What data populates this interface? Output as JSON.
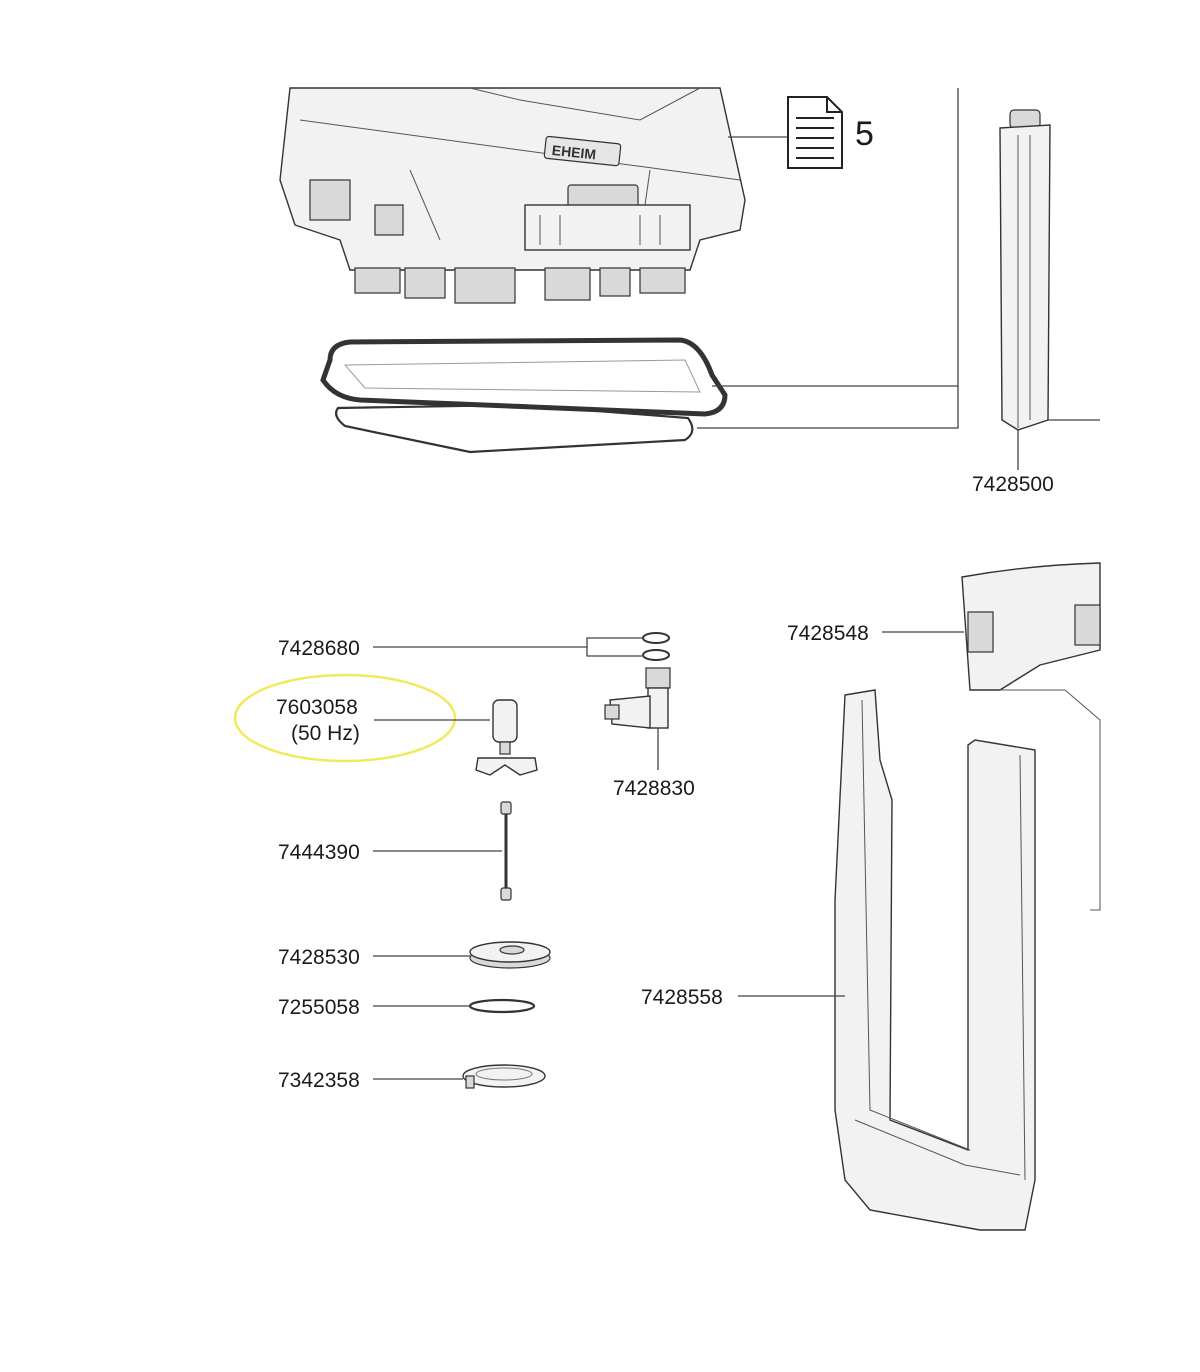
{
  "diagram": {
    "doc_reference": "5",
    "brand_mark": "EHEIM",
    "highlight_color": "#f2ea5c",
    "parts": [
      {
        "id": "p1",
        "number": "7428500"
      },
      {
        "id": "p2",
        "number": "7428548"
      },
      {
        "id": "p3",
        "number": "7428680"
      },
      {
        "id": "p4",
        "number": "7603058",
        "note": "(50 Hz)"
      },
      {
        "id": "p5",
        "number": "7428830"
      },
      {
        "id": "p6",
        "number": "7444390"
      },
      {
        "id": "p7",
        "number": "7428530"
      },
      {
        "id": "p8",
        "number": "7255058"
      },
      {
        "id": "p9",
        "number": "7342358"
      },
      {
        "id": "p10",
        "number": "7428558"
      }
    ]
  }
}
